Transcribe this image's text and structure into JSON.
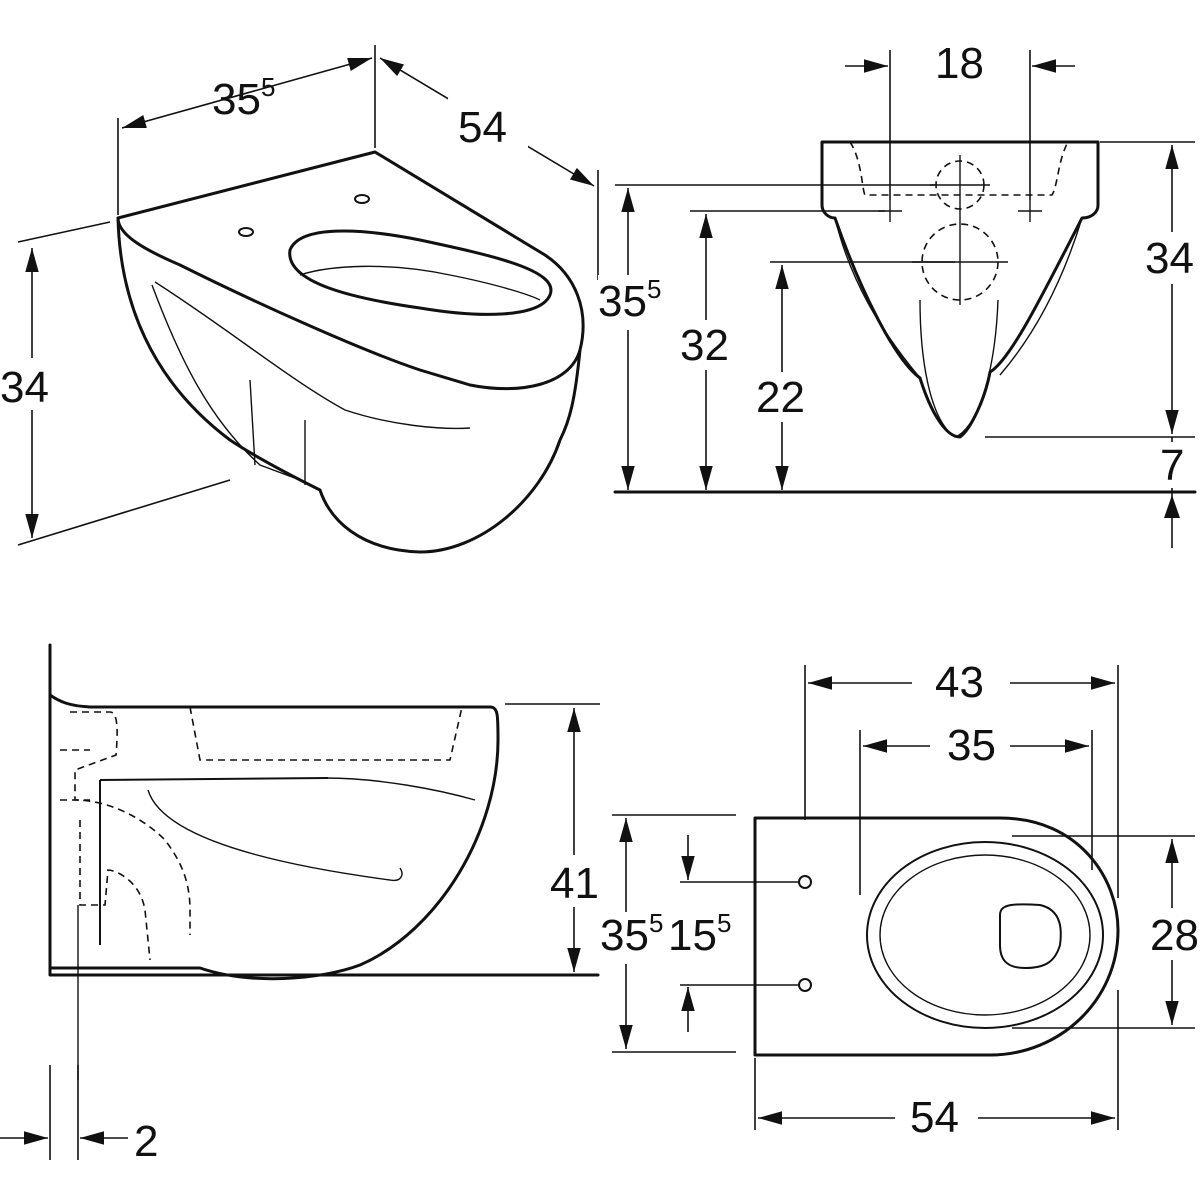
{
  "labels": {
    "iso_width": {
      "base": "35",
      "sup": "5"
    },
    "iso_depth": "54",
    "iso_height": "34",
    "front_inlet_spacing": "18",
    "front_height_total": {
      "base": "35",
      "sup": "5"
    },
    "front_height_32": "32",
    "front_height_22": "22",
    "front_bowl_height": "34",
    "front_bottom_gap": "7",
    "side_height": "41",
    "side_wall_gap": "2",
    "top_width_43": "43",
    "top_width_35": "35",
    "top_width_28": "28",
    "top_depth": "54",
    "top_bolt_total": {
      "base": "35",
      "sup": "5"
    },
    "top_bolt_spacing": {
      "base": "15",
      "sup": "5"
    }
  }
}
